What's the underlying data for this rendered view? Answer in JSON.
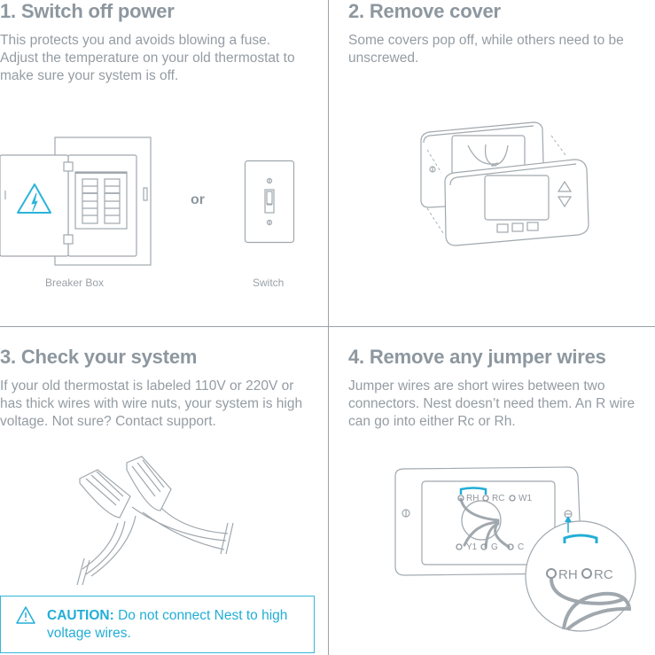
{
  "steps": [
    {
      "number": "1.",
      "title": "1. Switch off power",
      "body": "This protects you and avoids blowing a fuse. Adjust the temperature on your old thermostat to make sure your system is off.",
      "illustration": {
        "left_label": "Breaker Box",
        "connector": "or",
        "right_label": "Switch",
        "icons": [
          "breaker-box-icon",
          "high-voltage-warning-icon",
          "light-switch-icon"
        ]
      }
    },
    {
      "number": "2.",
      "title": "2. Remove cover",
      "body": "Some covers pop off, while others need to be unscrewed.",
      "illustration": {
        "icons": [
          "thermostat-cover-removal-icon"
        ]
      }
    },
    {
      "number": "3.",
      "title": "3. Check your system",
      "body": "If your old thermostat is labeled 110V or 220V or has thick wires with wire nuts, your system is high voltage. Not sure? Contact support.",
      "illustration": {
        "icons": [
          "wire-nuts-icon"
        ]
      },
      "caution": {
        "icon": "warning-triangle-icon",
        "label": "CAUTION:",
        "text": "Do not connect Nest to high voltage wires."
      }
    },
    {
      "number": "4.",
      "title": "4. Remove any jumper wires",
      "body": "Jumper wires are short wires between two connectors. Nest doesn’t need them. An R wire can go into either Rc or Rh.",
      "illustration": {
        "terminals_top": [
          "RH",
          "RC",
          "W1"
        ],
        "terminals_bottom": [
          "Y1",
          "G",
          "C"
        ],
        "zoom_terminals": [
          "RH",
          "RC"
        ],
        "icons": [
          "thermostat-wiring-plate-icon",
          "jumper-wire-icon",
          "magnifier-circle-icon",
          "arrow-up-icon"
        ]
      }
    }
  ],
  "colors": {
    "text_gray": "#8d979f",
    "line_gray": "#9aa2a8",
    "accent_blue": "#22aed6"
  }
}
